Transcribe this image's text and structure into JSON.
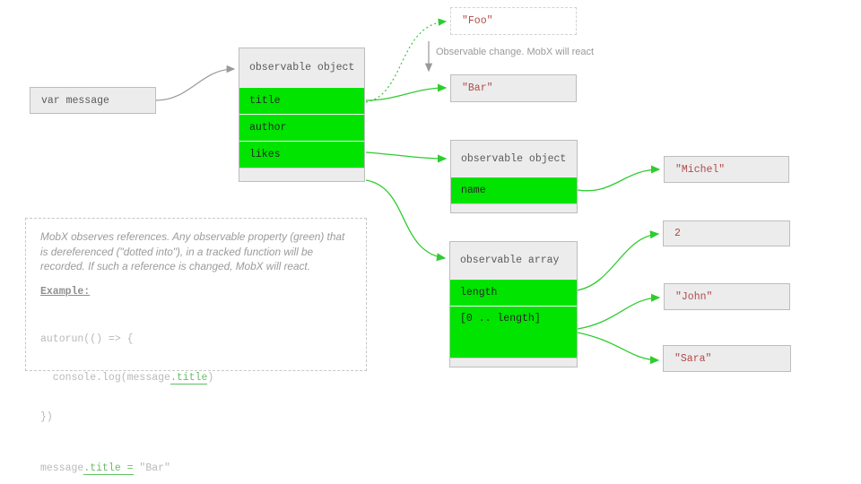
{
  "colors": {
    "observable_green": "#00e400",
    "arrow_green": "#2ecc2e",
    "arrow_gray": "#999999",
    "value_red": "#b04a4a",
    "box_fill_gray": "#ececec",
    "muted_text_gray": "#9b9b9b"
  },
  "boxes": {
    "var_message": "var message",
    "foo": "\"Foo\"",
    "bar": "\"Bar\"",
    "michel": "\"Michel\"",
    "two": "2",
    "john": "\"John\"",
    "sara": "\"Sara\""
  },
  "entities": {
    "message": {
      "title": "observable object",
      "fields": [
        "title",
        "author",
        "likes"
      ]
    },
    "author_object": {
      "title": "observable object",
      "fields": [
        "name"
      ]
    },
    "likes_array": {
      "title": "observable array",
      "fields": [
        "length",
        "[0 .. length]"
      ]
    }
  },
  "annotations": {
    "observable_change": "Observable change. MobX will react"
  },
  "note": {
    "paragraph_lines": [
      "MobX observes references. Any observable property (green) that",
      "is dereferenced (\"dotted into\"), in a tracked function will be",
      "recorded. If such a reference is changed, MobX will react."
    ],
    "example_label": "Example:",
    "code": {
      "line1": "autorun(() => {",
      "line2_pre": "  console.log(message",
      "line2_hl": ".title",
      "line2_post": ")",
      "line3": "})",
      "line5_pre": "message",
      "line5_hl": ".title =",
      "line5_post": " \"Bar\""
    }
  }
}
